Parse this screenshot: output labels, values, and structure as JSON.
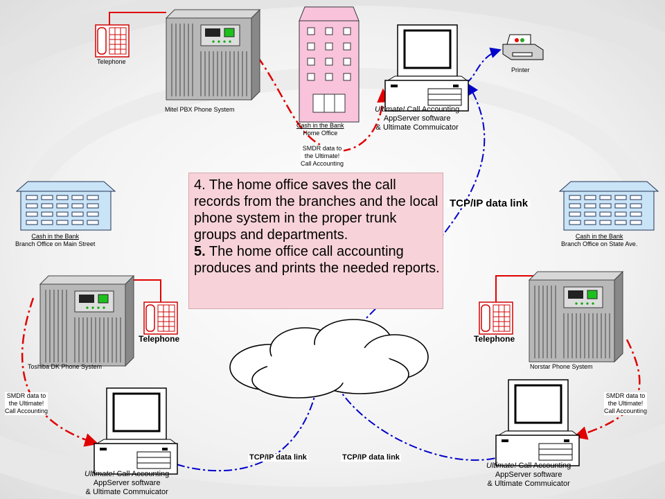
{
  "nodes": {
    "telephone_top": "Telephone",
    "pbx_top": "Mitel PBX Phone System",
    "home_office_line1": "Cash in the Bank",
    "home_office_line2": "Home Office",
    "printer": "Printer",
    "appserver_top": {
      "italic": "Ultimate!",
      "line1": " Call Accounting",
      "line2": "AppServer software",
      "line3": "& Ultimate Commuicator"
    },
    "branch_main_line1": "Cash in the Bank",
    "branch_main_line2": "Branch Office on Main Street",
    "branch_state_line1": "Cash in the Bank",
    "branch_state_line2": "Branch Office on State Ave.",
    "telephone_left": "Telephone",
    "telephone_right": "Telephone",
    "pbx_left": "Toshiba DK Phone System",
    "pbx_right": "Norstar Phone System",
    "appserver_left": {
      "italic": "Ultimate!",
      "line1": " Call Accounting",
      "line2": "AppServer software",
      "line3": "& Ultimate Commuicator"
    },
    "appserver_right": {
      "italic": "Ultimate!",
      "line1": " Call Accounting",
      "line2": "AppServer software",
      "line3": "& Ultimate Commuicator"
    }
  },
  "smdr_label": {
    "line1": "SMDR data to",
    "line2": "the Ultimate!",
    "line3": "Call Accounting"
  },
  "tcp_label": "TCP/IP data link",
  "info_box": {
    "step4_num": "4.",
    "step4_text": " The home office saves the call records from the branches and the local phone system in the proper trunk groups and departments.",
    "step5_num": "5.",
    "step5_text": " The home office call accounting produces and prints the needed reports."
  },
  "colors": {
    "smdr_line": "#e00000",
    "tcp_line": "#0000cc",
    "info_box_fill": "#f7d3d9",
    "building_pink": "#f9c3dc",
    "building_blue": "#c9e3f7",
    "pbx_gray": "#b0b0b0"
  }
}
